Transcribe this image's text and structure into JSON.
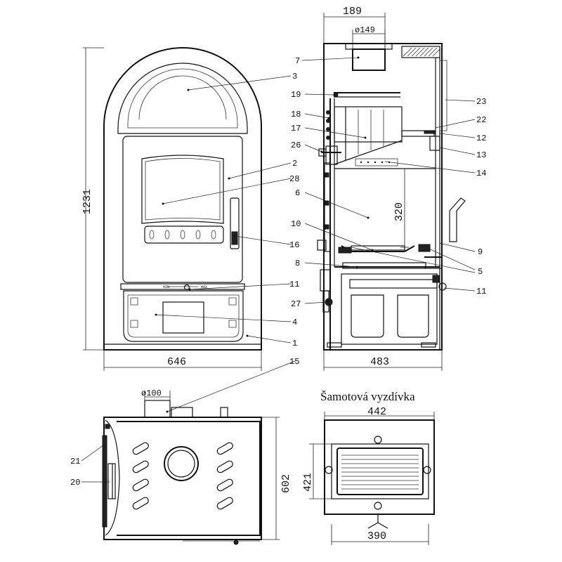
{
  "title": "Šamotová vyzdívka",
  "dimensions": {
    "front_width": "646",
    "front_height": "1231",
    "side_width": "483",
    "side_top": "189",
    "flue_diameter_side": "ø149",
    "opening_height": "320",
    "top_depth": "602",
    "top_flue_diameter": "ø100",
    "lining_top_width": "442",
    "lining_height": "421",
    "lining_bottom_width": "390"
  },
  "gauge": {
    "min": "MIN",
    "max": "MAX"
  },
  "callouts": {
    "c1": "1",
    "c2": "2",
    "c3": "3",
    "c4": "4",
    "c5": "5",
    "c6": "6",
    "c7": "7",
    "c8": "8",
    "c9": "9",
    "c10": "10",
    "c11a": "11",
    "c11b": "11",
    "c12": "12",
    "c13": "13",
    "c14": "14",
    "c15": "15",
    "c16": "16",
    "c17": "17",
    "c18": "18",
    "c19": "19",
    "c20": "20",
    "c21": "21",
    "c22": "22",
    "c23": "23",
    "c26": "26",
    "c27": "27",
    "c28": "28"
  }
}
